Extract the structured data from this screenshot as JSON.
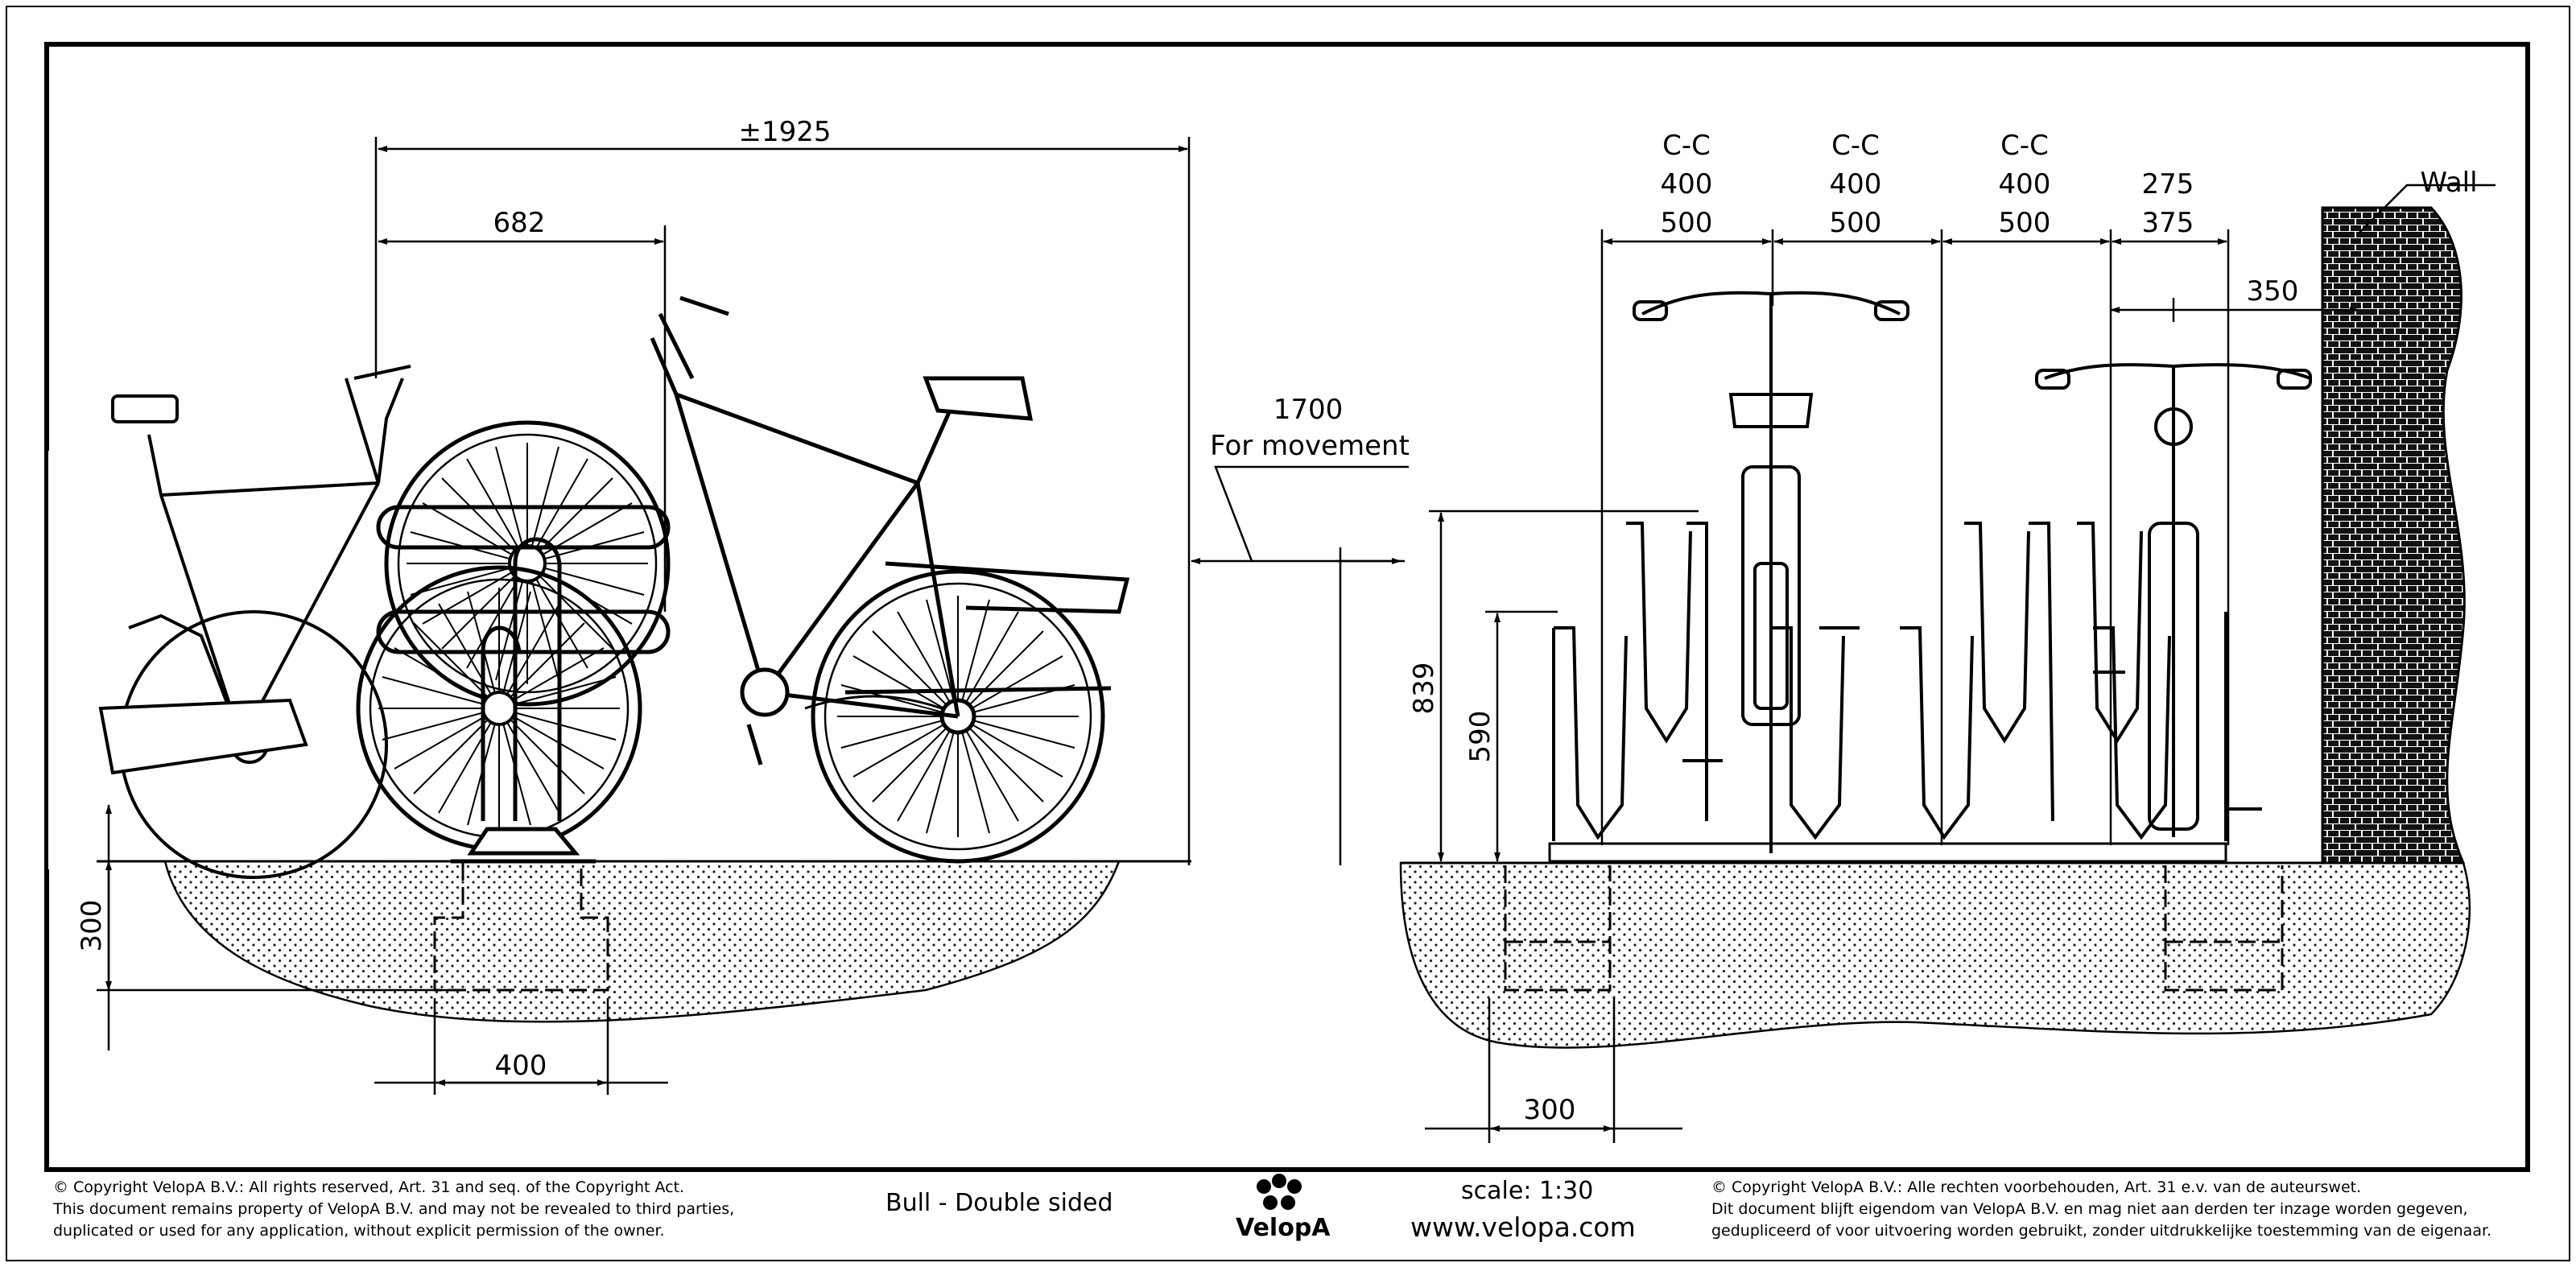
{
  "dimensions": {
    "overall_length": "±1925",
    "wheel_offset": "682",
    "movement_value": "1700",
    "movement_label": "For movement",
    "foundation_depth": "300",
    "foundation_width_left": "400",
    "cc_label": "C-C",
    "cc_a": "400",
    "cc_b": "500",
    "end_a": "275",
    "end_b": "375",
    "wall_offset": "350",
    "height_high": "839",
    "height_low": "590",
    "foundation_width_right": "300",
    "wall_label": "Wall"
  },
  "footer": {
    "copyright_en": [
      "©  Copyright VelopA B.V.: All rights reserved, Art. 31 and seq. of the Copyright Act.",
      "This document remains property of VelopA B.V. and may not be revealed to third parties,",
      "duplicated or used for any application, without explicit permission of the owner."
    ],
    "product_name": "Bull - Double sided",
    "logo_text": "VelopA",
    "scale": "scale: 1:30",
    "website": "www.velopa.com",
    "copyright_nl": [
      "©  Copyright VelopA B.V.: Alle rechten voorbehouden, Art. 31 e.v. van de auteurswet.",
      "Dit document blijft eigendom van VelopA B.V. en mag niet aan derden ter inzage worden gegeven,",
      "gedupliceerd of voor uitvoering worden gebruikt, zonder uitdrukkelijke toestemming van de eigenaar."
    ]
  }
}
